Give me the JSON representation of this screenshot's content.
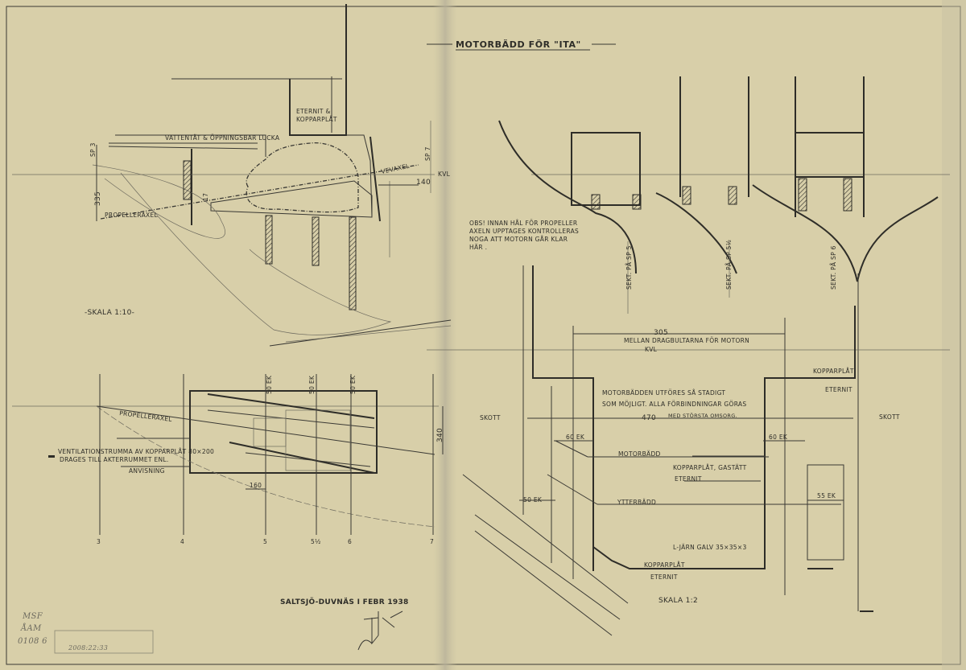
{
  "title": "MOTORBÄDD FÖR \"ITA\"",
  "side_view": {
    "eternit_1": "ETERNIT &",
    "eternit_2": "KOPPARPLÅT",
    "hatch_label": "VATTENTÄT & ÖPPNINGSBAR LUCKA",
    "sp3": "SP 3",
    "dim_335": "335",
    "propeller": "PROPELLERAXEL",
    "sp7": "SP 7",
    "kvl": "KVL",
    "crank": "VEVAXEL",
    "dim_140": "140",
    "dim_17": "17",
    "scale": "-SKALA 1:10-"
  },
  "plan_view": {
    "propeller": "PROPELLERAXEL",
    "vent_1": "VENTILATIONSTRUMMA AV KOPPARPLÅT 80×200",
    "vent_2": "DRAGES TILL AKTERRUMMET ENL.",
    "vent_3": "ANVISNING",
    "ek_a": "50 EK",
    "ek_b": "50 EK",
    "ek_c": "50 EK",
    "dim_340": "340",
    "dim_160": "160",
    "frames": [
      "3",
      "4",
      "5",
      "5½",
      "6",
      "7"
    ]
  },
  "sections": {
    "note_1": "OBS! INNAN HÅL FÖR PROPELLER",
    "note_2": "AXELN UPPTAGES KONTROLLERAS",
    "note_3": "NOGA ATT MOTORN GÅR KLAR",
    "note_4": "HÄR .",
    "sect_1": "SEKT. PÅ SP 5",
    "sect_2": "SEKT. PÅ SP 5½",
    "sect_3": "SEKT. PÅ SP 6"
  },
  "detail": {
    "dim_305": "305",
    "between": "MELLAN DRAGBULTARNA FÖR MOTORN",
    "kvl": "KVL",
    "note_1": "MOTORBÄDDEN UTFÖRES SÅ STADIGT",
    "note_2": "SOM MÖJLIGT. ALLA FÖRBINDNINGAR GÖRAS",
    "note_3": "MED STÖRSTA OMSORG.",
    "dim_470": "470",
    "skott_left": "SKOTT",
    "skott_right": "SKOTT",
    "copper_top": "KOPPARPLÅT",
    "eternit_top": "ETERNIT",
    "ek_left": "60 EK",
    "ek_right": "60 EK",
    "motorbadd": "MOTORBÄDD",
    "copper_gastight": "KOPPARPLÅT, GASTÄTT",
    "eternit_mid": "ETERNIT",
    "ek_50": "50 EK",
    "ytterbadd": "YTTERBÄDD",
    "ek_55": "55 EK",
    "angle_iron": "L-JÄRN GALV 35×35×3",
    "copper_bottom": "KOPPARPLÅT",
    "eternit_bottom": "ETERNIT",
    "scale": "SKALA 1:2"
  },
  "footer": {
    "place_date": "SALTSJÖ-DUVNÄS I FEBR 1938",
    "archive_1": "MSF",
    "archive_2": "ÅAM",
    "archive_3": "0108 6",
    "stamp_number": "2008:22:33"
  }
}
